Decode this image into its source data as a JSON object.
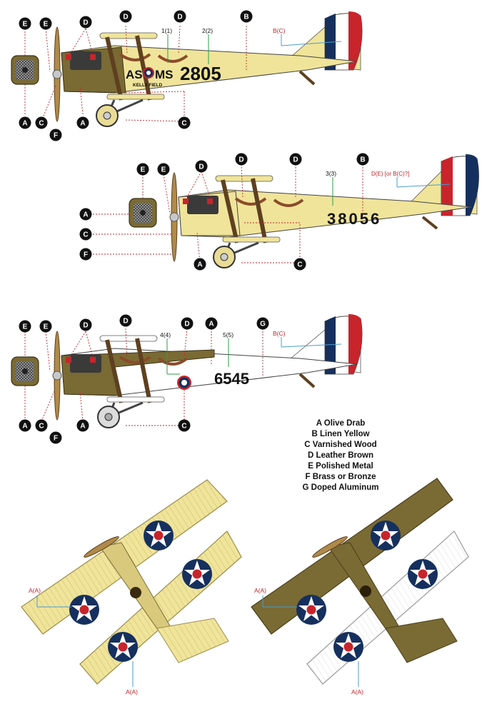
{
  "colors": {
    "olive": "#7a6a34",
    "olive_dark": "#5e5026",
    "linen": "#f0e49a",
    "aluminum": "#ffffff",
    "wood": "#b08a4a",
    "leather": "#8a4b2a",
    "metal": "#8a8a8a",
    "brass": "#c8a24a",
    "roundel_blue": "#15305e",
    "roundel_red": "#c8242c",
    "red_label": "#c0262c",
    "leader_blue": "#4a9ccf",
    "leader_red": "#c0262c",
    "leader_green": "#2e9e4a",
    "marker_fill": "#111111"
  },
  "icons": {
    "marker": "black-circle-letter-marker",
    "roundel": "star-roundel-icon"
  },
  "aircraft_1": {
    "serial": "2805",
    "code": "AS",
    "code2": "MS",
    "field": "KELLY FIELD",
    "note1": "1(1)",
    "note2": "2(2)",
    "tail_label": "B(C)"
  },
  "aircraft_2": {
    "serial": "38056",
    "note1": "3(3)",
    "tail_label": "D(E) [or B(C)?]"
  },
  "aircraft_3": {
    "serial": "6545",
    "note1": "4(4)",
    "note2": "5(5)",
    "tail_label": "B(C)"
  },
  "plan_labels": {
    "left_wing": "A(A)",
    "left_lower": "A(A)",
    "right_wing": "A(A)",
    "right_lower": "A(A)"
  },
  "legend": [
    "A Olive Drab",
    "B Linen Yellow",
    "C Varnished Wood",
    "D Leather Brown",
    "E Polished Metal",
    "F Brass or Bronze",
    "G Doped Aluminum"
  ]
}
